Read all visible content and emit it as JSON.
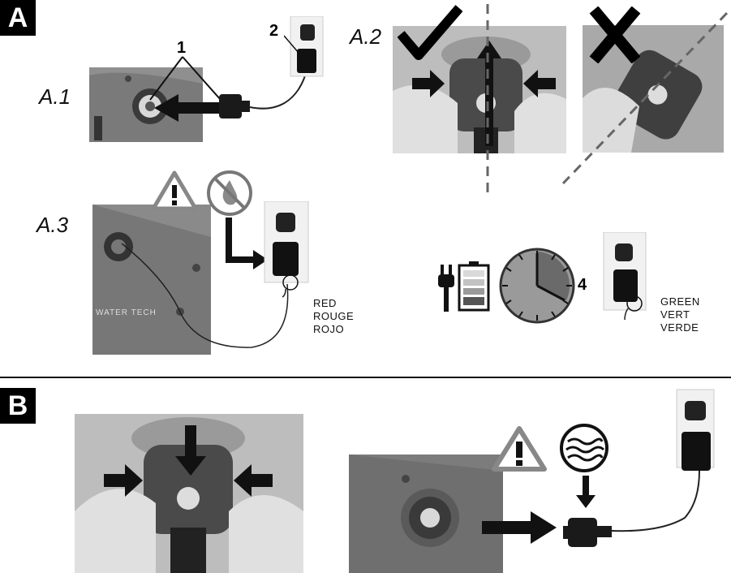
{
  "section_a": {
    "badge": "A",
    "step_a1": "A.1",
    "step_a2": "A.2",
    "step_a3": "A.3",
    "callout_1": "1",
    "callout_2": "2",
    "callout_4": "4",
    "brand_text": "WATER TECH",
    "red_status": [
      "RED",
      "ROUGE",
      "ROJO"
    ],
    "green_status": [
      "GREEN",
      "VERT",
      "VERDE"
    ]
  },
  "section_b": {
    "badge": "B"
  },
  "colors": {
    "photo_gray": "#bdbdbd",
    "clock_face": "#9a9a9a",
    "clock_wedge": "#6a6a6a",
    "ink": "#111111"
  },
  "icons": [
    "warning-icon",
    "no-water-icon",
    "water-waves-icon",
    "battery-charging-icon",
    "clock-icon",
    "checkmark-icon",
    "cross-icon",
    "plug-icon"
  ]
}
